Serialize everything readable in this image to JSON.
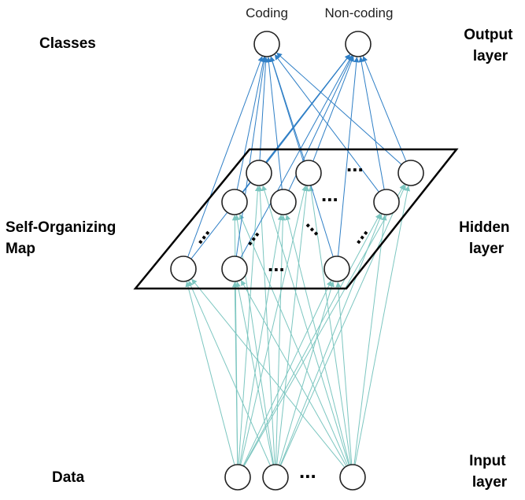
{
  "labels": {
    "classes": "Classes",
    "output_layer_line1": "Output",
    "output_layer_line2": "layer",
    "som_line1": "Self-Organizing",
    "som_line2": "Map",
    "hidden_layer_line1": "Hidden",
    "hidden_layer_line2": "layer",
    "data": "Data",
    "input_layer_line1": "Input",
    "input_layer_line2": "layer"
  },
  "output_classes": [
    "Coding",
    "Non-coding"
  ],
  "ellipsis": "...",
  "colors": {
    "output_edges": "#2f7fc6",
    "input_edges": "#7cc6c0",
    "node_stroke": "#222222"
  }
}
